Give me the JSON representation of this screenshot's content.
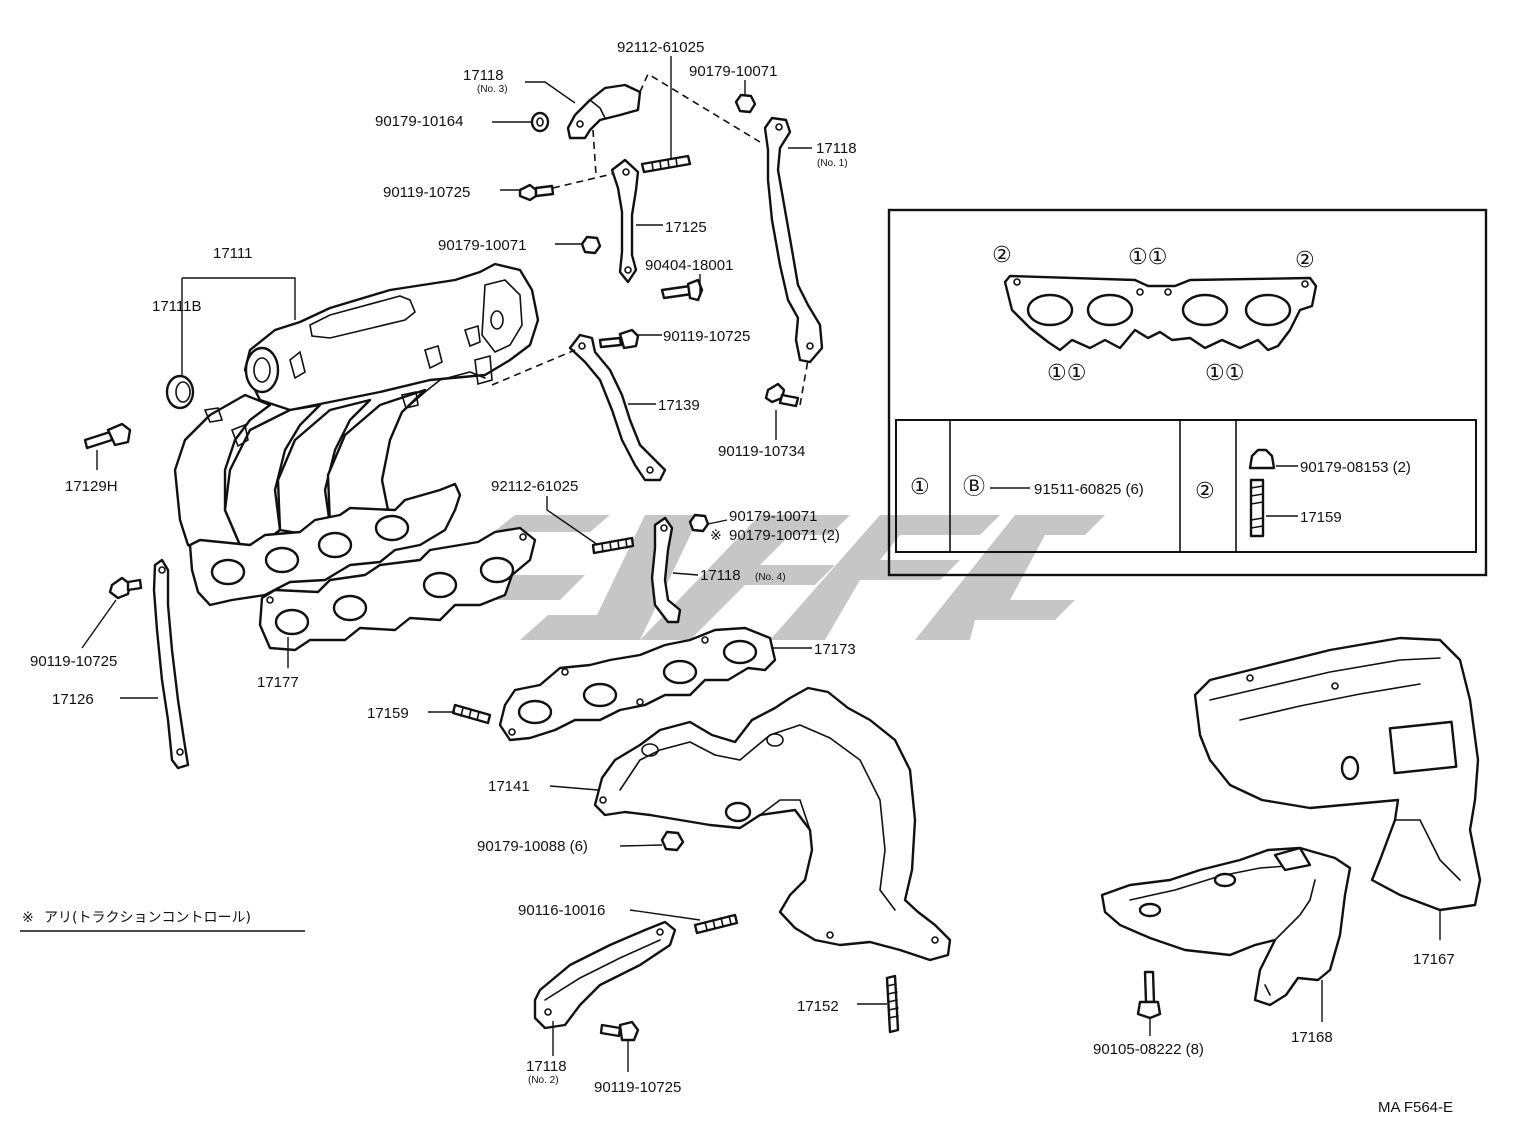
{
  "labels": {
    "p_92112_61025_top": "92112-61025",
    "p_90179_10071_top": "90179-10071",
    "p_17118_no3": "17118",
    "p_17118_no3_sub": "(No. 3)",
    "p_90179_10164": "90179-10164",
    "p_17118_no1": "17118",
    "p_17118_no1_sub": "(No. 1)",
    "p_90119_10725_a": "90119-10725",
    "p_17125": "17125",
    "p_90179_10071_b": "90179-10071",
    "p_90404_18001": "90404-18001",
    "p_17111": "17111",
    "p_17111B": "17111B",
    "p_90119_10725_b": "90119-10725",
    "p_17139": "17139",
    "p_90119_10734": "90119-10734",
    "p_17129H": "17129H",
    "p_92112_61025_mid": "92112-61025",
    "p_90179_10071_c": "90179-10071",
    "p_90179_10071_2": "90179-10071 (2)",
    "p_17118_no4": "17118",
    "p_17118_no4_sub": "(No. 4)",
    "p_90119_10725_c": "90119-10725",
    "p_17126": "17126",
    "p_17177": "17177",
    "p_17173": "17173",
    "p_17159": "17159",
    "p_17141": "17141",
    "p_90179_10088": "90179-10088 (6)",
    "p_90116_10016": "90116-10016",
    "p_17152": "17152",
    "p_17118_no2": "17118",
    "p_17118_no2_sub": "(No. 2)",
    "p_90119_10725_d": "90119-10725",
    "p_17167": "17167",
    "p_17168": "17168",
    "p_90105_08222": "90105-08222 (8)",
    "note": "アリ(トラクションコントロール)",
    "note_mark": "※",
    "asterisk_mark": "※",
    "code": "MA F564-E"
  },
  "inset": {
    "mark_1": "①",
    "mark_2": "②",
    "mark_11": "①①",
    "mark_b": "Ⓑ",
    "part_91511": "91511-60825 (6)",
    "part_90179_08153": "90179-08153 (2)",
    "part_17159": "17159"
  },
  "colors": {
    "line": "#111111",
    "watermark": "#c6c6c6",
    "background": "#ffffff"
  }
}
